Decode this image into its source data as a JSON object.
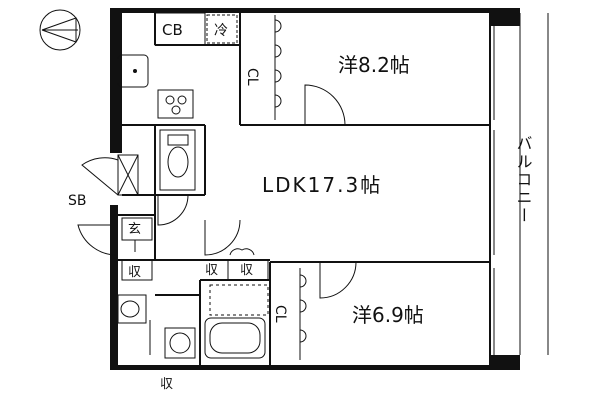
{
  "rooms": {
    "western_1": "洋8.2帖",
    "ldk": "LDK17.3帖",
    "western_2": "洋6.9帖",
    "balcony": "バルコニー"
  },
  "labels": {
    "cb": "CB",
    "fridge": "冷",
    "closet_1": "CL",
    "closet_2": "CL",
    "sb": "SB",
    "entrance": "玄",
    "storage_1": "収",
    "storage_2": "収",
    "storage_3": "収",
    "storage_4": "収"
  },
  "icons": [
    "compass-icon",
    "sink-icon",
    "stove-icon",
    "toilet-icon",
    "washing-machine-icon",
    "bathtub-icon"
  ]
}
